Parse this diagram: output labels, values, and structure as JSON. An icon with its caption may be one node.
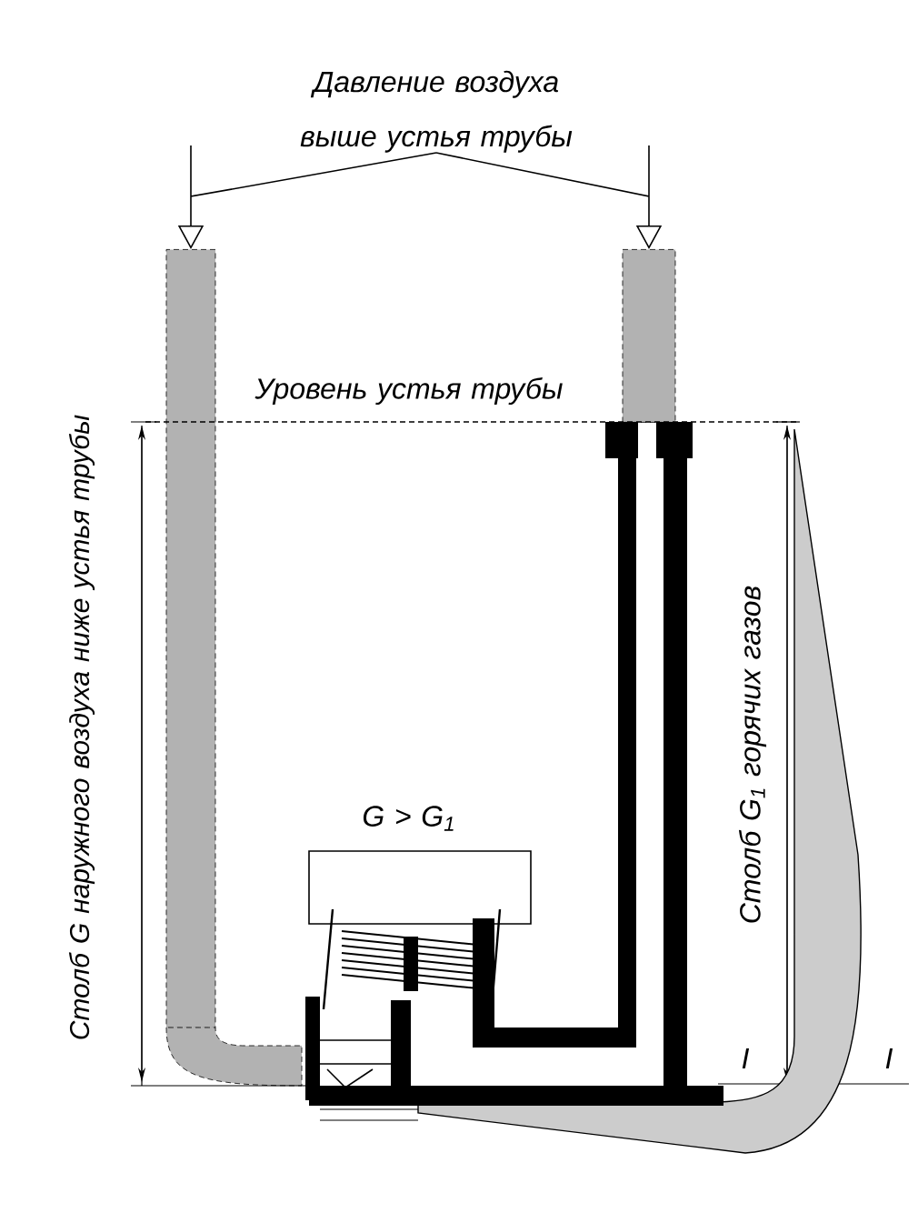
{
  "diagram": {
    "nodes": [
      {
        "text": [
          "Давление воздуха выше устья трубы"
        ]
      },
      {
        "text": [],
        "shape": "bar"
      },
      {
        "text": [],
        "shape": "bar"
      }
    ],
    "edges": [
      {
        "from": 0,
        "to": 1,
        "arrow": "to"
      },
      {
        "from": 0,
        "to": 2,
        "arrow": "to"
      }
    ],
    "labels": [
      "Уровень устья трубы",
      "Столб G наружного воздуха ниже устья трубы",
      "G > G$_{1}$",
      "Столб G$_{1}$ горячих газов",
      "I",
      "I"
    ]
  }
}
